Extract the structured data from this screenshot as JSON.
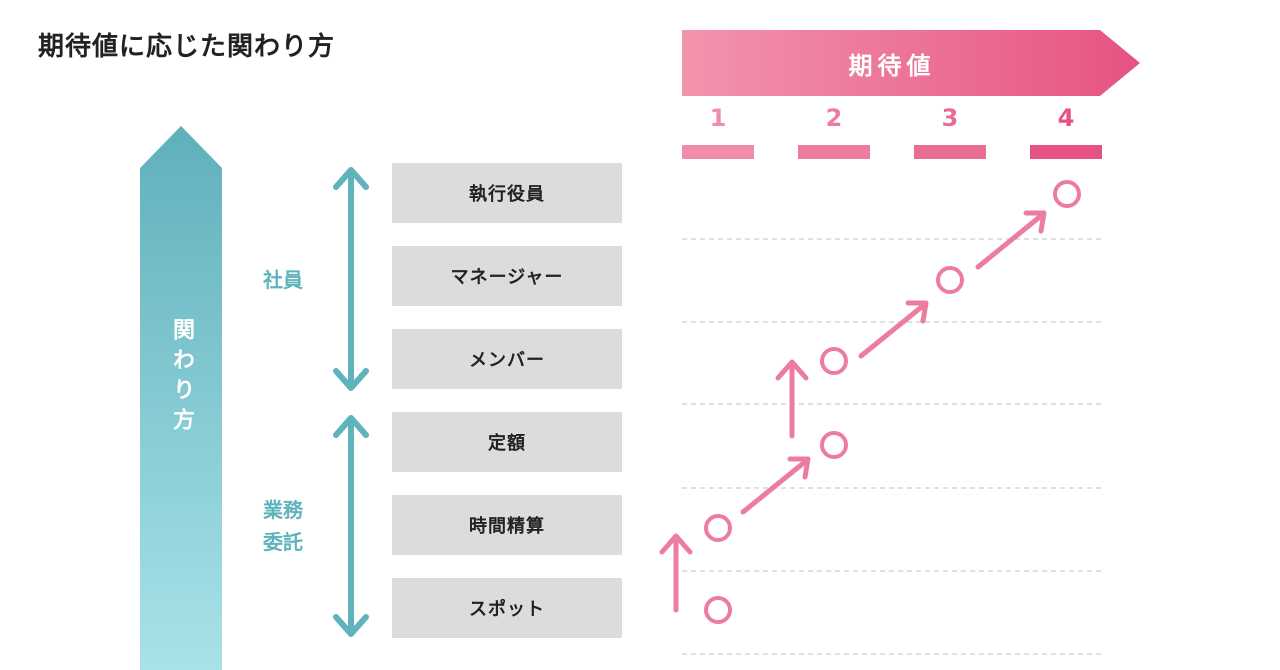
{
  "title": "期待値に応じた関わり方",
  "vertical_axis": {
    "label": "関わり方"
  },
  "expectation_axis": {
    "label": "期待値",
    "levels": [
      "1",
      "2",
      "3",
      "4"
    ],
    "colors": [
      "#f08ba8",
      "#ec7d9e",
      "#e96d92",
      "#e65382"
    ]
  },
  "groups": [
    {
      "lines": [
        "社員"
      ]
    },
    {
      "lines": [
        "業務",
        "委託"
      ]
    }
  ],
  "roles": [
    "執行役員",
    "マネージャー",
    "メンバー",
    "定額",
    "時間精算",
    "スポット"
  ],
  "colors": {
    "teal": "#5fb3bd",
    "pink": "#ec7d9e",
    "role_bg": "#dcdcdc"
  }
}
